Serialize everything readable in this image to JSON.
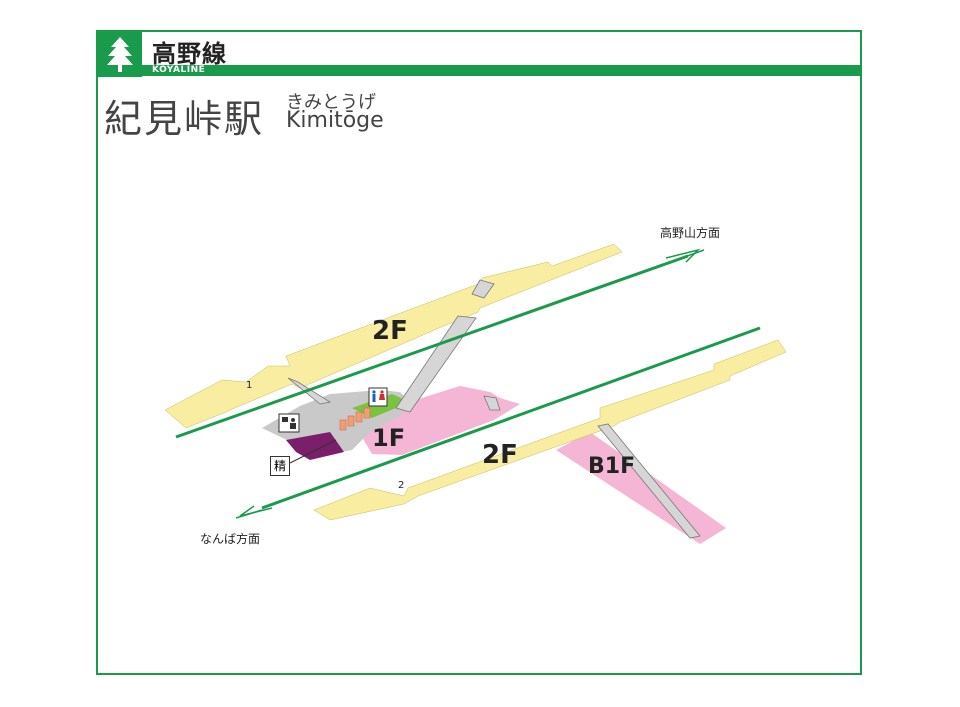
{
  "line": {
    "name_ja": "高野線",
    "name_en": "KOYALINE"
  },
  "station": {
    "name_ja": "紀見峠駅",
    "kana": "きみとうげ",
    "name_roman": "Kimitōge"
  },
  "directions": {
    "up": "高野山方面",
    "down": "なんば方面"
  },
  "floors": {
    "upper": "2F",
    "lower": "2F",
    "ground": "1F",
    "basement": "B1F"
  },
  "platforms": {
    "p1": "1",
    "p2": "2"
  },
  "facilities": {
    "fare_adjust": "精"
  },
  "colors": {
    "line_green": "#1a9b4b",
    "platform_yellow": "#f8eda0",
    "concourse_pink": "#f4b6d4",
    "office_purple": "#7b1f6a",
    "toilet_green": "#7cc242"
  }
}
